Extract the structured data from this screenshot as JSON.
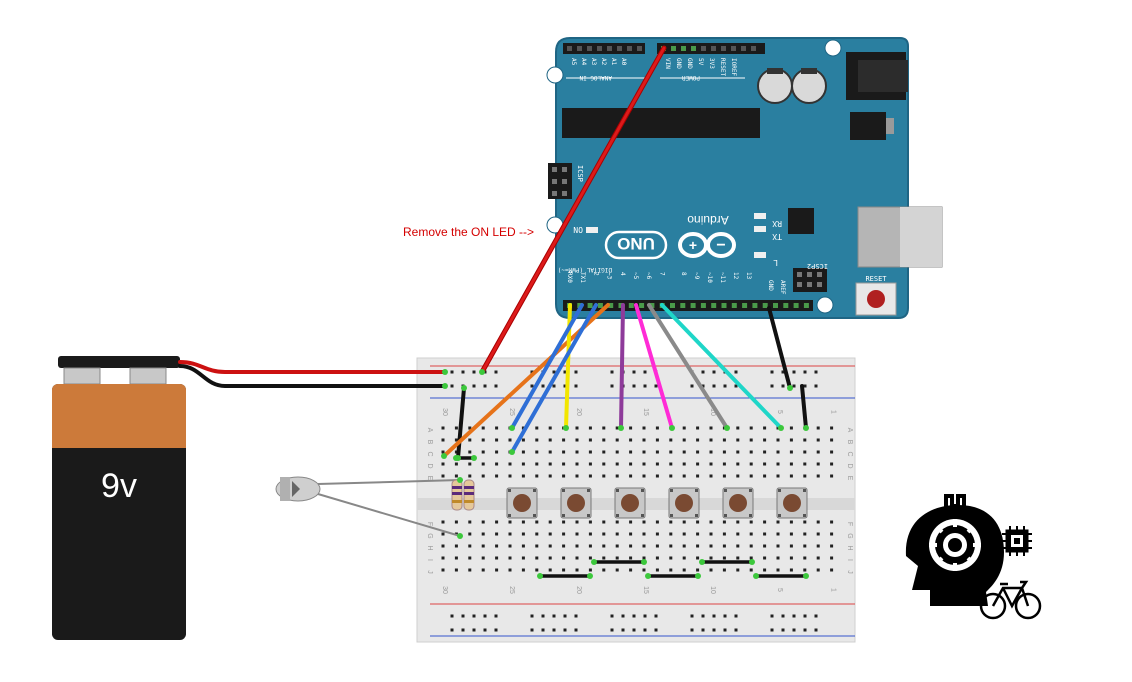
{
  "annotation": {
    "text": "Remove the ON LED -->",
    "color": "#d40000"
  },
  "battery": {
    "label": "9v"
  },
  "arduino": {
    "model": "UNO",
    "brand": "Arduino",
    "on_label": "ON",
    "rx_label": "RX",
    "tx_label": "TX",
    "l_label": "L",
    "icsp_label": "ICSP",
    "icsp2_label": "ICSP2",
    "reset_label": "RESET",
    "analog_label": "ANALOG IN",
    "power_label": "POWER",
    "digital_label": "DIGITAL (PWM=~)",
    "aref_label": "AREF",
    "gnd_label": "GND",
    "analog_pins": [
      "A5",
      "A4",
      "A3",
      "A2",
      "A1",
      "A0"
    ],
    "power_pins": [
      "VIN",
      "GND",
      "GND",
      "5V",
      "3V3",
      "RESET",
      "IOREF"
    ],
    "digital_pins": [
      "RX0",
      "TX1",
      "2",
      "~3",
      "4",
      "~5",
      "~6",
      "7",
      "8",
      "~9",
      "~10",
      "~11",
      "12",
      "13"
    ]
  },
  "breadboard": {
    "row_letters_top": [
      "A",
      "B",
      "C",
      "D",
      "E"
    ],
    "row_letters_bottom": [
      "F",
      "G",
      "H",
      "I",
      "J"
    ],
    "column_numbers": [
      "30",
      "25",
      "20",
      "15",
      "10",
      "5",
      "1"
    ]
  },
  "colors": {
    "board": "#2a7fa0",
    "wire_red": "#cc1111",
    "wire_black": "#111111",
    "wire_yellow": "#f2e600",
    "wire_blue": "#2f6fd6",
    "wire_orange": "#e6731a",
    "wire_purple": "#8e3b9a",
    "wire_magenta": "#ff2bd6",
    "wire_gray": "#8a8a8a",
    "wire_cyan": "#1fd6c8"
  }
}
